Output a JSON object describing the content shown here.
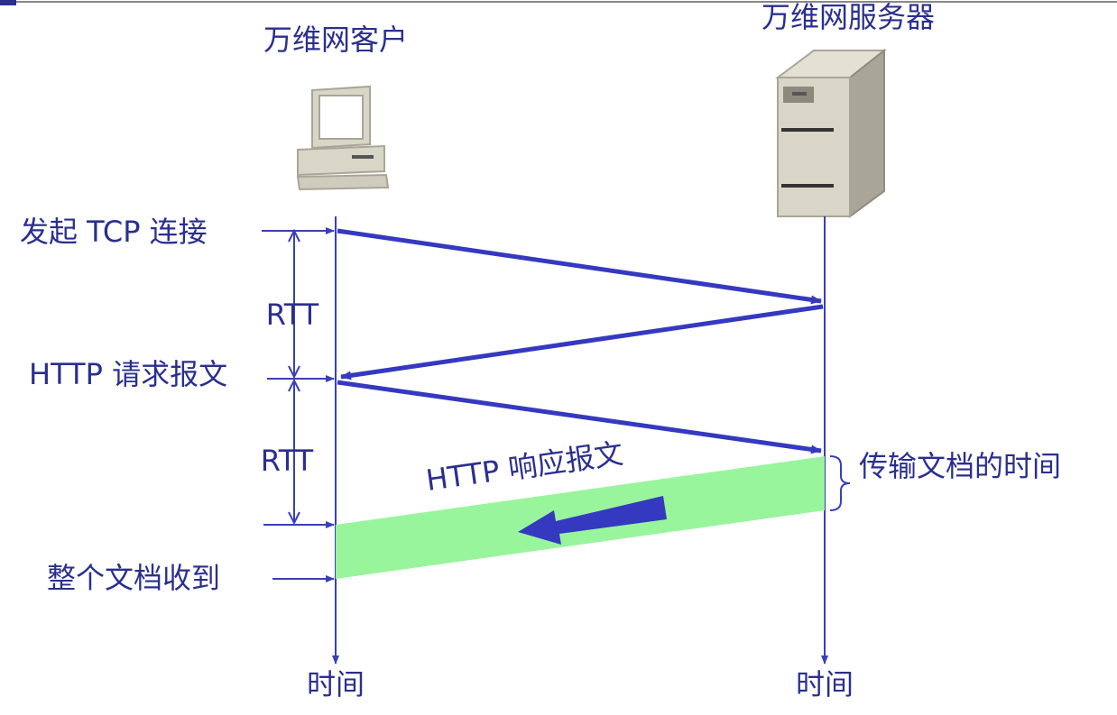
{
  "titles": {
    "client": "万维网客户",
    "server": "万维网服务器"
  },
  "events": {
    "tcp_connect": "发起 TCP 连接",
    "http_request": "HTTP 请求报文",
    "http_response": "HTTP 响应报文",
    "doc_received": "整个文档收到"
  },
  "intervals": {
    "rtt_first": "RTT",
    "rtt_second": "RTT",
    "transfer_time": "传输文档的时间"
  },
  "axes": {
    "client_time": "时间",
    "server_time": "时间"
  },
  "icons": {
    "client": "desktop-computer-icon",
    "server": "tower-server-icon"
  },
  "colors": {
    "line": "#3a3fb8",
    "arrow": "#3539c0",
    "text": "#2a2f8e",
    "transfer_band": "#98f59c",
    "device_body": "#d9d6c8",
    "device_shade": "#a9a597"
  }
}
